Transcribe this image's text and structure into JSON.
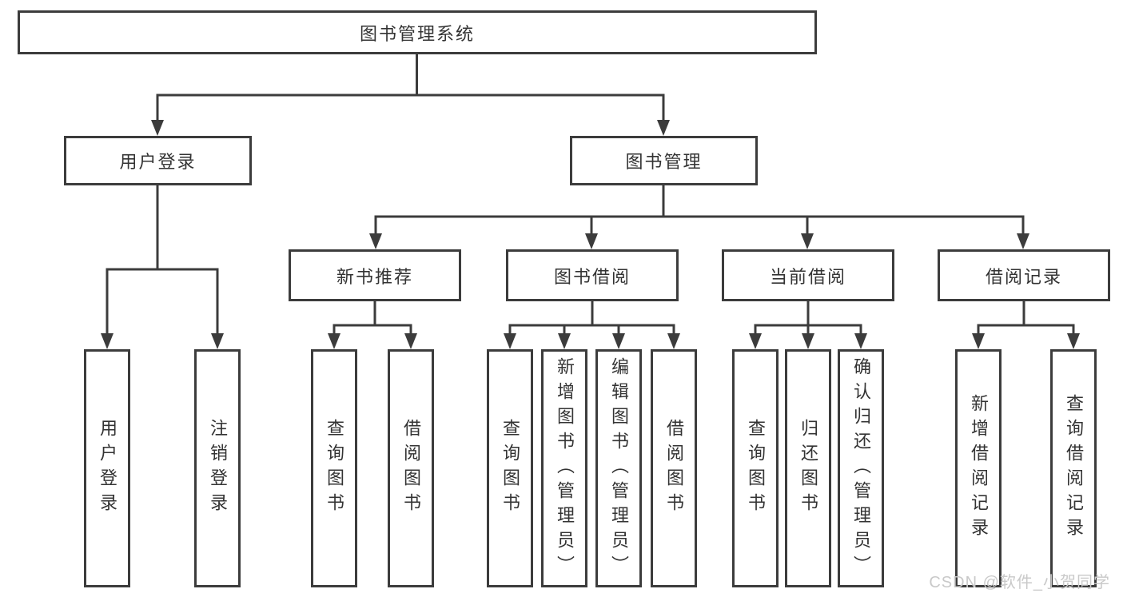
{
  "diagram": {
    "root": {
      "label": "图书管理系统"
    },
    "modules": [
      {
        "label": "用户登录",
        "children": [
          {
            "label": "用户登录"
          },
          {
            "label": "注销登录"
          }
        ]
      },
      {
        "label": "图书管理",
        "submodules": [
          {
            "label": "新书推荐",
            "children": [
              {
                "label": "查询图书"
              },
              {
                "label": "借阅图书"
              }
            ]
          },
          {
            "label": "图书借阅",
            "children": [
              {
                "label": "查询图书"
              },
              {
                "label": "新增图书（管理员）"
              },
              {
                "label": "编辑图书（管理员）"
              },
              {
                "label": "借阅图书"
              }
            ]
          },
          {
            "label": "当前借阅",
            "children": [
              {
                "label": "查询图书"
              },
              {
                "label": "归还图书"
              },
              {
                "label": "确认归还（管理员）"
              }
            ]
          },
          {
            "label": "借阅记录",
            "children": [
              {
                "label": "新增借阅记录"
              },
              {
                "label": "查询借阅记录"
              }
            ]
          }
        ]
      }
    ]
  },
  "watermark": {
    "text": "CSDN @软件_小贺同学"
  },
  "colors": {
    "line": "#3c3c3c",
    "box_border": "#3c3c3c",
    "box_fill": "#ffffff",
    "text": "#333333",
    "watermark": "#c9c9c9",
    "background": "#ffffff"
  }
}
